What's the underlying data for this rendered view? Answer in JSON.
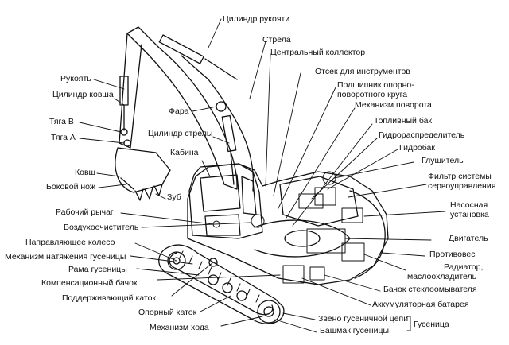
{
  "labels": {
    "cilindr_rukoyati": "Цилиндр рукояти",
    "strela": "Стрела",
    "centralnyi_kollektor": "Центральный коллектор",
    "otsek_instrumentov": "Отсек для инструментов",
    "podshipnik_1": "Подшипник  опорно-",
    "podshipnik_2": "поворотного круга",
    "mekhanizm_povorota": "Механизм поворота",
    "toplivnyi_bak": "Топливный бак",
    "gidroraspredelitel": "Гидрораспределитель",
    "gidrobak": "Гидробак",
    "glushitel": "Глушитель",
    "filtr_1": "Фильтр системы",
    "filtr_2": "сервоуправления",
    "nasosnaya_1": "Насосная",
    "nasosnaya_2": "установка",
    "dvigatel": "Двигатель",
    "protivoves": "Противовес",
    "radiator_1": "Радиатор,",
    "radiator_2": "маслоохладитель",
    "bachok_stekloomyvatelya": "Бачок стеклоомывателя",
    "akkumulyator": "Аккумуляторная батарея",
    "zveno": "Звено гусеничной цепи",
    "gusenica": "Гусеница",
    "bashmak": "Башмак гусеницы",
    "rukoyat": "Рукоять",
    "cilindr_kovsha": "Цилиндр ковша",
    "tyaga_b": "Тяга B",
    "tyaga_a": "Тяга A",
    "fara": "Фара",
    "cilindr_strely": "Цилиндр стрелы",
    "kabina": "Кабина",
    "kovsh": "Ковш",
    "bokovoi_nozh": "Боковой нож",
    "zub": "Зуб",
    "rabochii_rychag": "Рабочий рычаг",
    "vozdukhoochistitel": "Воздухоочиститель",
    "napravlyayushchee_koleso": "Направляющее колесо",
    "mekhanizm_natyazheniya": "Механизм натяжения гусеницы",
    "rama_gusenicy": "Рама гусеницы",
    "kompensacionnyi_bachok": "Компенсационный бачок",
    "podderzhivayushchii_katok": "Поддерживающий каток",
    "opornyi_katok": "Опорный каток",
    "mekhanizm_khoda": "Механизм хода"
  }
}
